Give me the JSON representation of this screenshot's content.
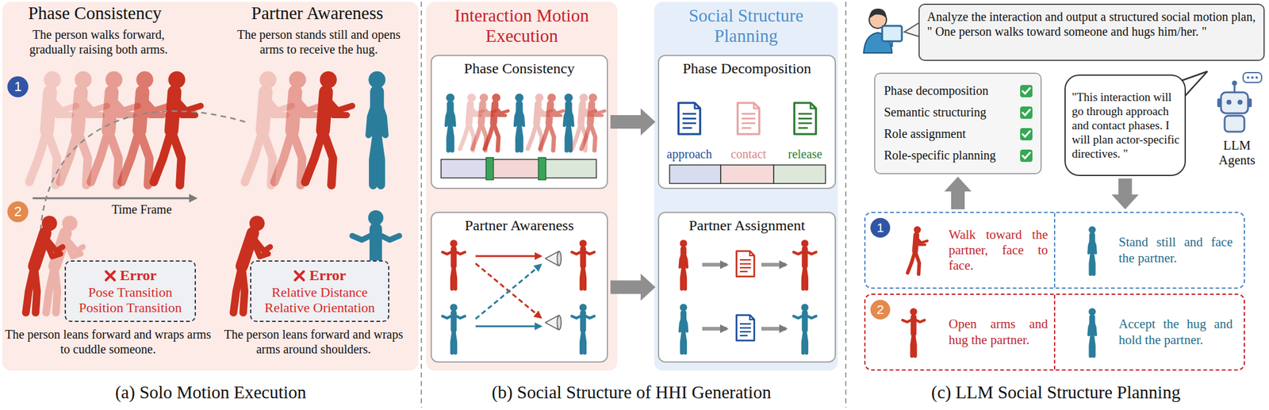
{
  "diagram": {
    "nodes": [
      {
        "text": [
          "Error",
          "Pose Transition",
          "Position Transition"
        ]
      },
      {
        "text": [
          "Error",
          "Relative Distance",
          "Relative Orientation"
        ]
      },
      {
        "text": [
          "Interaction Motion Execution"
        ]
      },
      {
        "text": [
          "Phase Consistency"
        ],
        "in": 2
      },
      {
        "text": [
          "Partner Awareness"
        ],
        "in": 2
      },
      {
        "text": [
          "Social Structure Planning"
        ]
      },
      {
        "text": [
          "Phase Decomposition",
          "approach",
          "contact",
          "release"
        ],
        "in": 5
      },
      {
        "text": [
          "Partner Assignment"
        ],
        "in": 5
      },
      {
        "text": [
          "Analyze the interaction and output a structured social motion plan, \" One person walks toward someone and hugs him/her. \""
        ]
      },
      {
        "text": [
          "Phase decomposition",
          "Semantic structuring",
          "Role assignment",
          "Role-specific planning"
        ]
      },
      {
        "text": [
          "\"This interaction will go through approach and contact phases. I will plan actor-specific directives. \""
        ]
      },
      {
        "text": [
          "1"
        ]
      },
      {
        "text": [
          "Walk toward the partner, face to face."
        ],
        "in": 11
      },
      {
        "text": [
          "Stand still and face the partner."
        ],
        "in": 11
      },
      {
        "text": [
          "2"
        ]
      },
      {
        "text": [
          "Open arms and hug the partner."
        ],
        "in": 14
      },
      {
        "text": [
          "Accept the hug and hold the partner."
        ],
        "in": 14
      }
    ],
    "edges": [
      {
        "from": 3,
        "to": 6,
        "arrow": "to"
      },
      {
        "from": 4,
        "to": 7,
        "arrow": "to"
      },
      {
        "from": 11,
        "to": 9,
        "arrow": "to"
      },
      {
        "from": 10,
        "to": 11,
        "arrow": "to"
      }
    ],
    "labels": [
      "Phase Consistency",
      "Partner Awareness",
      "The person walks forward, gradually raising both arms.",
      "The person stands still and opens arms to receive the hug.",
      "1",
      "2",
      "Time Frame",
      "The person leans forward and wraps arms to cuddle someone.",
      "The person leans forward and wraps arms around shoulders.",
      "(a) Solo Motion Execution",
      "(b) Social Structure of HHI Generation",
      "LLM Agents",
      "(c) LLM Social Structure Planning"
    ]
  }
}
